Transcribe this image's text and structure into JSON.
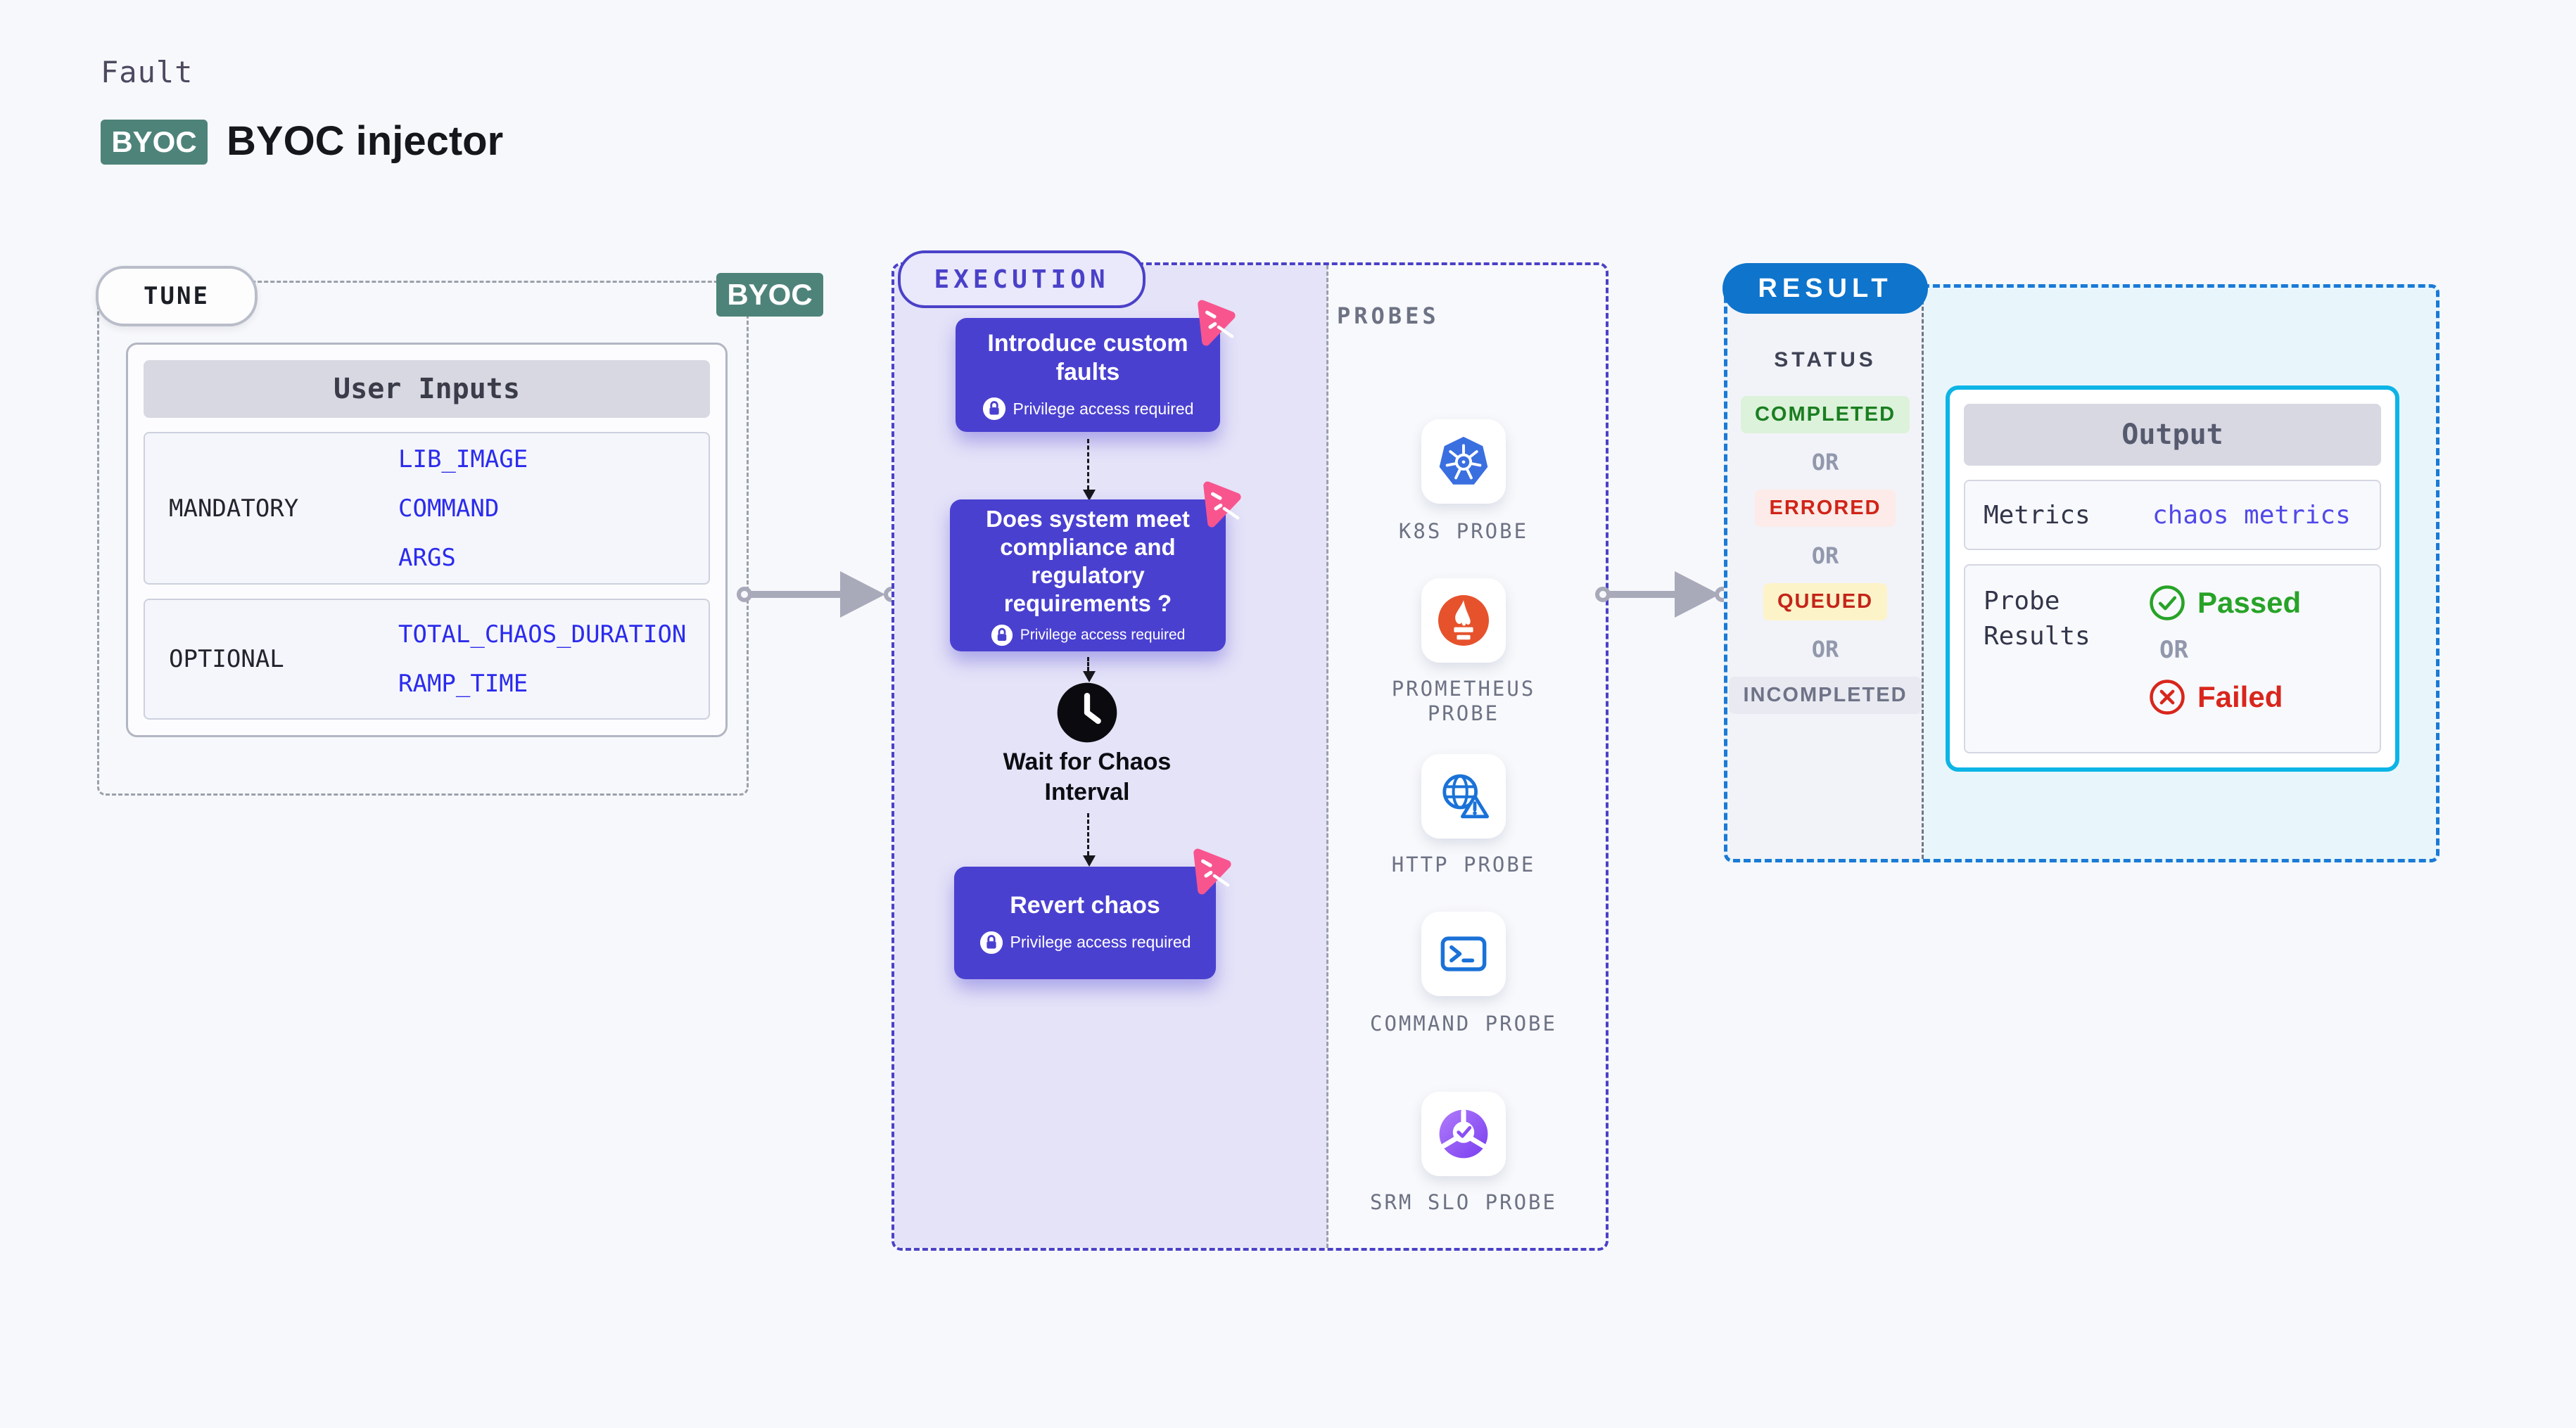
{
  "header": {
    "eyebrow": "Fault",
    "badge": "BYOC",
    "title": "BYOC injector",
    "badge_color": "#4e837a"
  },
  "tune": {
    "pill": "TUNE",
    "corner_badge": "BYOC",
    "user_inputs": {
      "title": "User Inputs",
      "rows": [
        {
          "label": "MANDATORY",
          "values": [
            "LIB_IMAGE",
            "COMMAND",
            "ARGS"
          ]
        },
        {
          "label": "OPTIONAL",
          "values": [
            "TOTAL_CHAOS_DURATION",
            "RAMP_TIME"
          ]
        }
      ]
    }
  },
  "execution": {
    "pill": "EXECUTION",
    "cards": [
      {
        "title": "Introduce custom faults",
        "badge": "Privilege access required"
      },
      {
        "title": "Does system meet compliance and regulatory requirements ?",
        "badge": "Privilege access required"
      },
      {
        "title": "Revert chaos",
        "badge": "Privilege access required"
      }
    ],
    "wait_step": "Wait for Chaos Interval"
  },
  "probes": {
    "title": "PROBES",
    "items": [
      {
        "label": "K8S PROBE",
        "icon": "kubernetes-icon"
      },
      {
        "label": "PROMETHEUS PROBE",
        "icon": "prometheus-icon"
      },
      {
        "label": "HTTP PROBE",
        "icon": "http-globe-icon"
      },
      {
        "label": "COMMAND PROBE",
        "icon": "terminal-icon"
      },
      {
        "label": "SRM SLO PROBE",
        "icon": "srm-slo-icon"
      }
    ]
  },
  "result": {
    "pill": "RESULT",
    "status": {
      "title": "STATUS",
      "separator": "OR",
      "badges": [
        {
          "label": "COMPLETED",
          "bg": "#dcf2da",
          "color": "#1a7e20"
        },
        {
          "label": "ERRORED",
          "bg": "#fcebe8",
          "color": "#d02418"
        },
        {
          "label": "QUEUED",
          "bg": "#fdf3c8",
          "color": "#c42519"
        },
        {
          "label": "INCOMPLETED",
          "bg": "#e9eaf1",
          "color": "#6e7387"
        }
      ]
    },
    "output": {
      "title": "Output",
      "metrics_label": "Metrics",
      "metrics_value": "chaos metrics",
      "probe_results_label": "Probe Results",
      "passed": "Passed",
      "separator": "OR",
      "failed": "Failed"
    }
  },
  "colors": {
    "accent_indigo": "#4a40d0",
    "execution_border": "#4a41c8",
    "result_border": "#1a7ad6",
    "output_border": "#0db4e6",
    "teal": "#4e837a",
    "value_blue": "#2b2bed",
    "link_indigo": "#5149e8",
    "result_blue": "#0e74cc",
    "passed_green": "#27a327",
    "failed_red": "#d8261c"
  }
}
